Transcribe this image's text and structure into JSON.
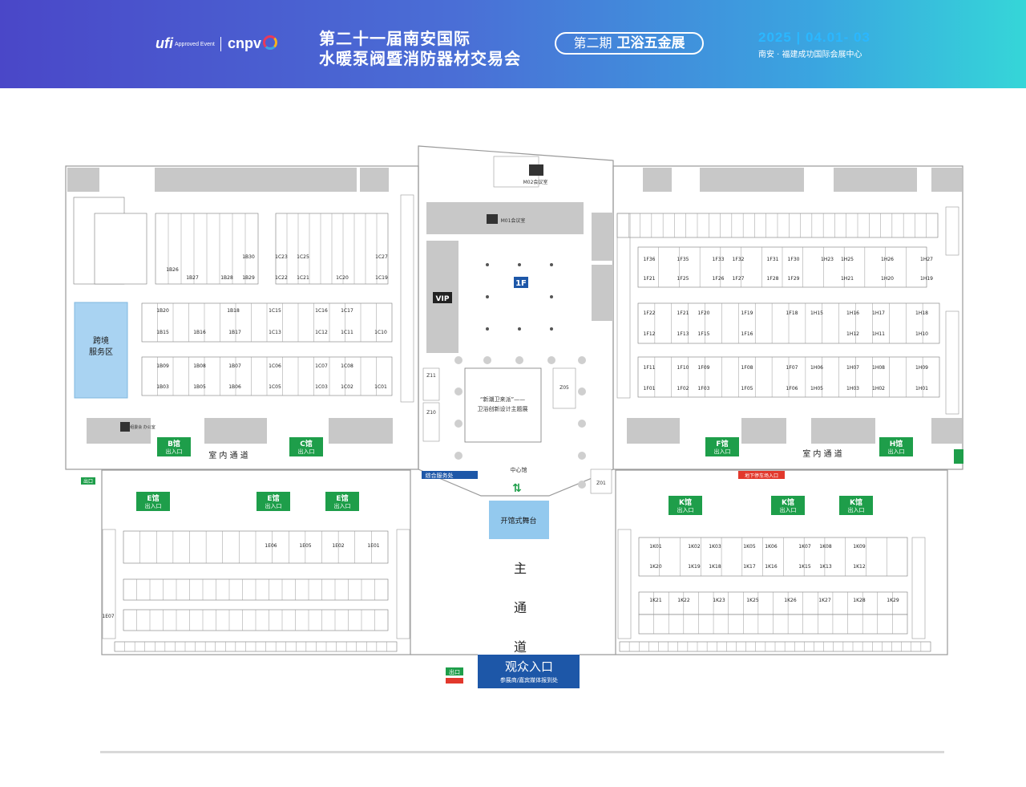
{
  "header": {
    "ufi_logo": "ufi",
    "ufi_note": "Approved Event",
    "cnpv_logo": "cnpv",
    "title_line1": "第二十一届南安国际",
    "title_line2": "水暖泵阀暨消防器材交易会",
    "phase": "第二期",
    "phase_theme": "卫浴五金展",
    "date": "2025 | 04.01- 03",
    "venue": "南安 · 福建成功国际会展中心"
  },
  "colors": {
    "accent_green": "#1e9e4a",
    "hall_blue": "#a9d3f2",
    "stage_blue": "#93c9ee",
    "entrance_blue": "#1d57a8",
    "header_start": "#4a47c8",
    "header_end": "#35d6d8",
    "wall_gray": "#c8c8c8",
    "exit_red": "#e2382c"
  },
  "map": {
    "cross_border": [
      "跨境",
      "服务区"
    ],
    "hall_tags": [
      {
        "name": "B馆",
        "sub": "出入口"
      },
      {
        "name": "C馆",
        "sub": "出入口"
      },
      {
        "name": "F馆",
        "sub": "出入口"
      },
      {
        "name": "H馆",
        "sub": "出入口"
      },
      {
        "name": "E馆",
        "sub": "出入口"
      },
      {
        "name": "E馆",
        "sub": "出入口"
      },
      {
        "name": "E馆",
        "sub": "出入口"
      },
      {
        "name": "K馆",
        "sub": "出入口"
      },
      {
        "name": "K馆",
        "sub": "出入口"
      },
      {
        "name": "K馆",
        "sub": "出入口"
      }
    ],
    "indoor_corridor": "室 内 通 道",
    "center_hall": "中心馆",
    "service_desk": "综合服务处",
    "parking": "地下停车场入口",
    "stage": "开馆式舞台",
    "main_corridor": [
      "主",
      "通",
      "道"
    ],
    "audience_entrance": "观众入口",
    "audience_sub": "参展商/嘉宾媒体报到处",
    "exit": "出口",
    "floor_badge": "1F",
    "vip": "VIP",
    "theme_exhibit": [
      "“新潮卫来派”——",
      "卫浴创新设计主题展"
    ],
    "meeting_room_top": "M02会议室",
    "meeting_room_mid": "M01会议室",
    "office": "组委会 办公室",
    "z_labels": [
      "Z11",
      "Z10",
      "Z05",
      "Z01"
    ],
    "booths_b": [
      "1B15",
      "1B16",
      "1B17",
      "1B18",
      "1B20",
      "1B09",
      "1B08",
      "1B07",
      "1B03",
      "1B05",
      "1B06",
      "1B26",
      "1B27",
      "1B28",
      "1B29",
      "1B30"
    ],
    "booths_c": [
      "1C15",
      "1C16",
      "1C17",
      "1C13",
      "1C12",
      "1C11",
      "1C10",
      "1C08",
      "1C07",
      "1C06",
      "1C05",
      "1C03",
      "1C02",
      "1C01",
      "1C23",
      "1C25",
      "1C22",
      "1C21",
      "1C20",
      "1C27",
      "1C19"
    ],
    "booths_f": [
      "1F36",
      "1F35",
      "1F33",
      "1F32",
      "1F31",
      "1F30",
      "1F21",
      "1F25",
      "1F26",
      "1F27",
      "1F28",
      "1F29",
      "1F22",
      "1F21",
      "1F20",
      "1F19",
      "1F18",
      "1F16",
      "1F12",
      "1F13",
      "1F15",
      "1F11",
      "1F10",
      "1F09",
      "1F08",
      "1F07",
      "1F06",
      "1F01",
      "1F02",
      "1F03",
      "1F05"
    ],
    "booths_h": [
      "1H23",
      "1H25",
      "1H26",
      "1H27",
      "1H21",
      "1H20",
      "1H19",
      "1H16",
      "1H15",
      "1H17",
      "1H18",
      "1H12",
      "1H11",
      "1H10",
      "1H07",
      "1H08",
      "1H09",
      "1H03",
      "1H02",
      "1H01",
      "1H05",
      "1H06"
    ],
    "booths_e": [
      "1E06",
      "1E05",
      "1E02",
      "1E01",
      "1E07"
    ],
    "booths_k": [
      "1K01",
      "1K02",
      "1K03",
      "1K05",
      "1K06",
      "1K07",
      "1K08",
      "1K09",
      "1K20",
      "1K19",
      "1K18",
      "1K17",
      "1K16",
      "1K15",
      "1K13",
      "1K12",
      "1K22",
      "1K23",
      "1K25",
      "1K26",
      "1K27",
      "1K28",
      "1K29",
      "1K21"
    ]
  }
}
